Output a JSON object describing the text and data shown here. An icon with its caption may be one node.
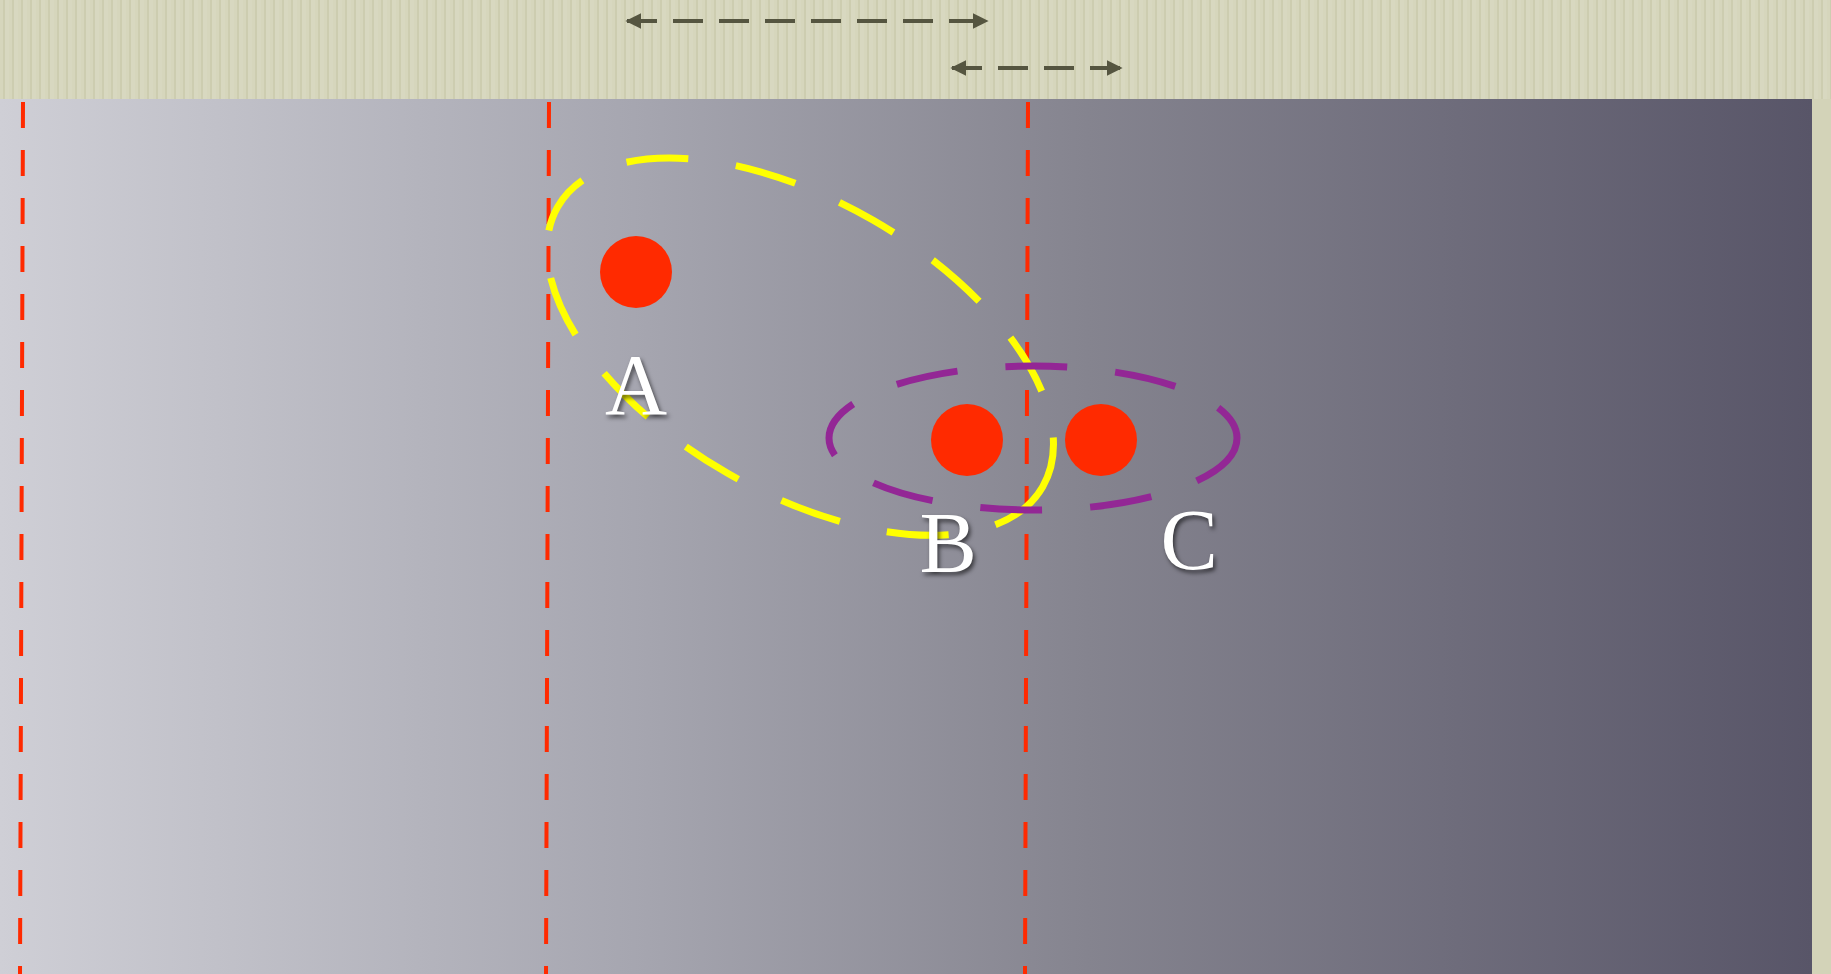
{
  "diagram": {
    "nodes": [
      {
        "text": [],
        "shape": "ellipse"
      },
      {
        "text": [
          "A"
        ],
        "in": 0
      },
      {
        "text": [],
        "shape": "ellipse"
      },
      {
        "text": [
          "B"
        ]
      },
      {
        "text": [
          "C"
        ],
        "in": 2
      }
    ]
  }
}
